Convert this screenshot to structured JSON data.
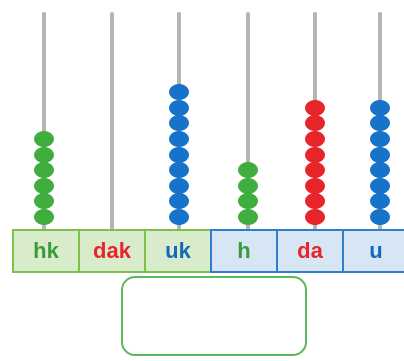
{
  "colors": {
    "green": "#3fae3f",
    "red": "#e8252b",
    "blue": "#1673c9",
    "text_green": "#3a9b3a",
    "text_red": "#e8252b",
    "text_blue": "#1569b8"
  },
  "columns": [
    {
      "label": "hk",
      "beads": 6,
      "bead_color": "green",
      "label_color": "text_green",
      "group": "left-group"
    },
    {
      "label": "dak",
      "beads": 0,
      "bead_color": "red",
      "label_color": "text_red",
      "group": "left-group"
    },
    {
      "label": "uk",
      "beads": 9,
      "bead_color": "blue",
      "label_color": "text_blue",
      "group": "left-group"
    },
    {
      "label": "h",
      "beads": 4,
      "bead_color": "green",
      "label_color": "text_green",
      "group": "right-group"
    },
    {
      "label": "da",
      "beads": 8,
      "bead_color": "red",
      "label_color": "text_red",
      "group": "right-group"
    },
    {
      "label": "u",
      "beads": 8,
      "bead_color": "blue",
      "label_color": "text_blue",
      "group": "right-group"
    }
  ],
  "answer": ""
}
